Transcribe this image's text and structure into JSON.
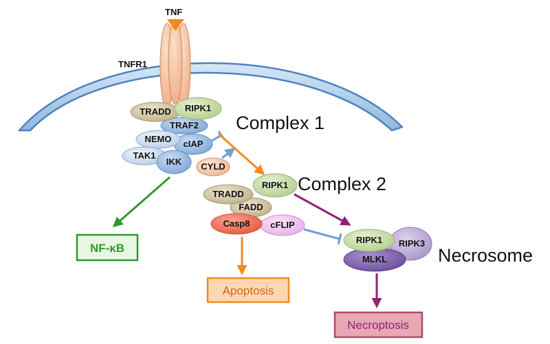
{
  "ligand": {
    "label": "TNF",
    "color": "#f28a1e"
  },
  "receptor": {
    "label": "TNFR1",
    "color": "#f6c4a0"
  },
  "membrane": {
    "color": "#a9cce8",
    "edge": "#4f81bd"
  },
  "complex1": {
    "title": "Complex 1",
    "proteins": {
      "tradd": "TRADD",
      "ripk1": "RIPK1",
      "traf2": "TRAF2",
      "nemo": "NEMO",
      "ciap": "cIAP",
      "tak1": "TAK1",
      "ikk": "IKK"
    }
  },
  "cyld": {
    "label": "CYLD"
  },
  "complex2": {
    "title": "Complex 2",
    "proteins": {
      "tradd": "TRADD",
      "ripk1": "RIPK1",
      "fadd": "FADD",
      "casp8": "Casp8",
      "cflip": "cFLIP"
    }
  },
  "necrosome": {
    "title": "Necrosome",
    "proteins": {
      "ripk1": "RIPK1",
      "ripk3": "RIPK3",
      "mlkl": "MLKL"
    }
  },
  "outcomes": {
    "nfkb": {
      "label": "NF-κB",
      "color": "#2e9a2e"
    },
    "apoptosis": {
      "label": "Apoptosis",
      "color": "#f28a1e"
    },
    "necroptosis": {
      "label": "Necroptosis",
      "color": "#8e2374"
    }
  }
}
